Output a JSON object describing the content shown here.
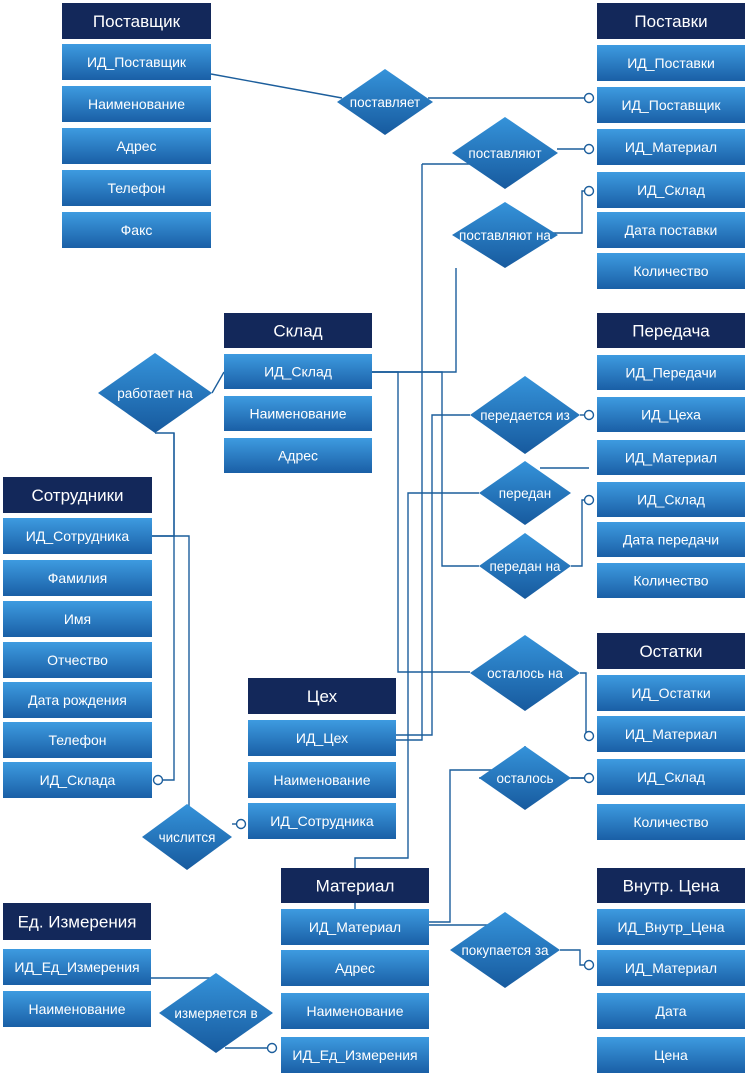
{
  "entities": {
    "supplier": {
      "title": "Поставщик",
      "attrs": [
        "ИД_Поставщик",
        "Наименование",
        "Адрес",
        "Телефон",
        "Факс"
      ]
    },
    "supplies": {
      "title": "Поставки",
      "attrs": [
        "ИД_Поставки",
        "ИД_Поставщик",
        "ИД_Материал",
        "ИД_Склад",
        "Дата поставки",
        "Количество"
      ]
    },
    "warehouse": {
      "title": "Склад",
      "attrs": [
        "ИД_Склад",
        "Наименование",
        "Адрес"
      ]
    },
    "transfer": {
      "title": "Передача",
      "attrs": [
        "ИД_Передачи",
        "ИД_Цеха",
        "ИД_Материал",
        "ИД_Склад",
        "Дата передачи",
        "Количество"
      ]
    },
    "employees": {
      "title": "Сотрудники",
      "attrs": [
        "ИД_Сотрудника",
        "Фамилия",
        "Имя",
        "Отчество",
        "Дата рождения",
        "Телефон",
        "ИД_Склада"
      ]
    },
    "workshop": {
      "title": "Цех",
      "attrs": [
        "ИД_Цех",
        "Наименование",
        "ИД_Сотрудника"
      ]
    },
    "remains": {
      "title": "Остатки",
      "attrs": [
        "ИД_Остатки",
        "ИД_Материал",
        "ИД_Склад",
        "Количество"
      ]
    },
    "unit": {
      "title": "Ед. Измерения",
      "attrs": [
        "ИД_Ед_Измерения",
        "Наименование"
      ]
    },
    "material": {
      "title": "Материал",
      "attrs": [
        "ИД_Материал",
        "Адрес",
        "Наименование",
        "ИД_Ед_Измерения"
      ]
    },
    "price": {
      "title": "Внутр. Цена",
      "attrs": [
        "ИД_Внутр_Цена",
        "ИД_Материал",
        "Дата",
        "Цена"
      ]
    }
  },
  "relations": {
    "supplies_rel": "поставляет",
    "supply_material": "поставляют",
    "supply_to": "поставляют на",
    "works_at": "работает на",
    "transferred_from": "передается из",
    "transferred": "передан",
    "transferred_to": "передан на",
    "remains_at": "осталось на",
    "remains": "осталось",
    "listed": "числится",
    "bought_for": "покупается за",
    "measured_in": "измеряется в"
  }
}
